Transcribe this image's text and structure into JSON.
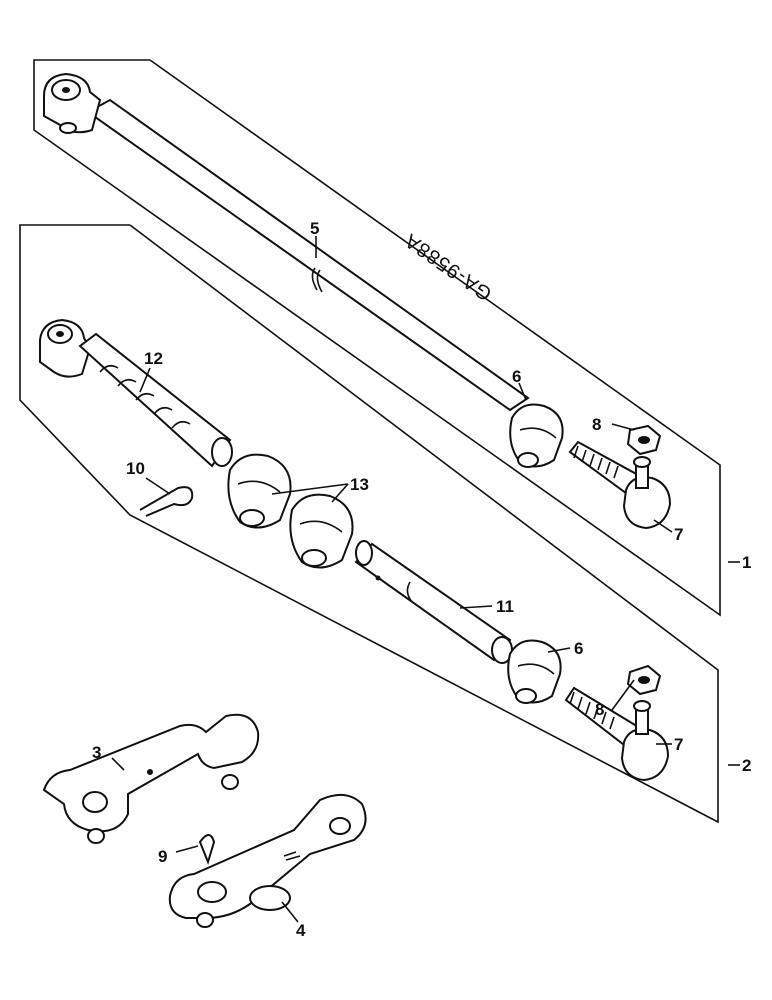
{
  "drawing_code": "GA-9588A",
  "callouts": {
    "c1": "1",
    "c2": "2",
    "c3": "3",
    "c4": "4",
    "c5": "5",
    "c6a": "6",
    "c6b": "6",
    "c7a": "7",
    "c7b": "7",
    "c8a": "8",
    "c8b": "8",
    "c9": "9",
    "c10": "10",
    "c11": "11",
    "c12": "12",
    "c13": "13"
  }
}
